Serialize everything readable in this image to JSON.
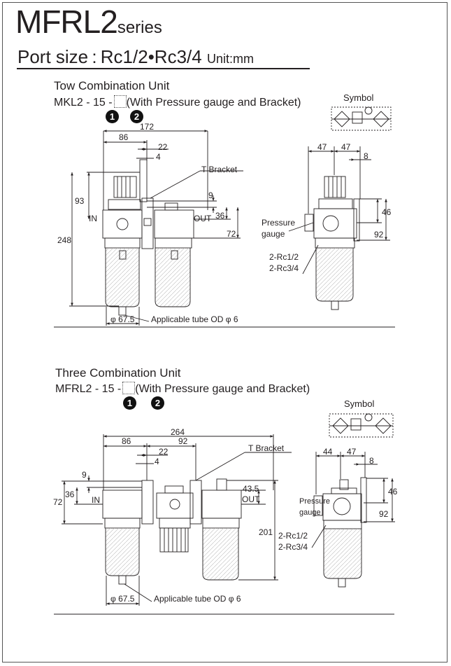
{
  "header": {
    "series_main": "MFRL2",
    "series_suffix": "series",
    "port_size": "Port size : Rc1/2•Rc3/4",
    "unit": "Unit:mm"
  },
  "two_unit": {
    "heading": "Tow Combination Unit",
    "model_prefix": "MKL2 - 15 -",
    "model_suffix": "(With Pressure gauge and Bracket)",
    "code_1": "1",
    "code_2": "2",
    "symbol_label": "Symbol",
    "dims": {
      "d172": "172",
      "d86": "86",
      "d22": "22",
      "d4": "4",
      "d93": "93",
      "d248": "248",
      "d9": "9",
      "d36": "36",
      "d72": "72",
      "d67_5": "φ 67.5",
      "d47a": "47",
      "d47b": "47",
      "d8": "8",
      "d46": "46",
      "d92": "92"
    },
    "labels": {
      "bracket": "T  Bracket",
      "in": "IN",
      "out": "OUT",
      "tube": "Applicable tube OD φ 6",
      "pressure": "Pressure",
      "gauge": "gauge",
      "port1": "2-Rc1/2",
      "port2": "2-Rc3/4"
    }
  },
  "three_unit": {
    "heading": "Three Combination Unit",
    "model_prefix": "MFRL2 - 15 -",
    "model_suffix": "(With Pressure gauge and Bracket)",
    "code_1": "1",
    "code_2": "2",
    "symbol_label": "Symbol",
    "dims": {
      "d264": "264",
      "d86": "86",
      "d92": "92",
      "d22": "22",
      "d4": "4",
      "d9": "9",
      "d36": "36",
      "d72": "72",
      "d43_5": "43.5",
      "d201": "201",
      "d67_5": "φ 67.5",
      "d44": "44",
      "d47": "47",
      "d8": "8",
      "d46": "46",
      "d92b": "92"
    },
    "labels": {
      "bracket": "T  Bracket",
      "in": "IN",
      "out": "OUT",
      "tube": "Applicable tube OD φ 6",
      "pressure": "Pressure",
      "gauge": "gauge",
      "port1": "2-Rc1/2",
      "port2": "2-Rc3/4"
    }
  }
}
